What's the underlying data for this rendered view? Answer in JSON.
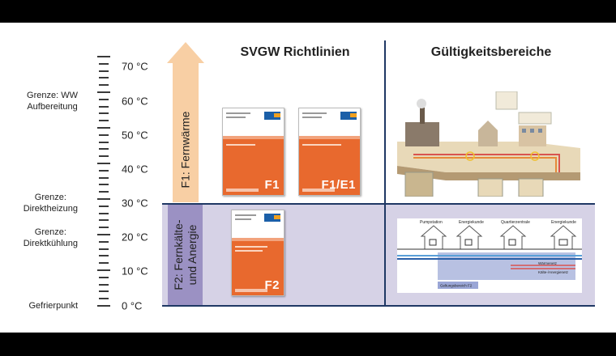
{
  "headings": {
    "svgw": "SVGW Richtlinien",
    "validity": "Gültigkeitsbereiche"
  },
  "scale": {
    "temperatures": [
      "70 °C",
      "60 °C",
      "50 °C",
      "40 °C",
      "30 °C",
      "20 °C",
      "10 °C",
      "0 °C"
    ],
    "limits": {
      "ww": [
        "Grenze: WW",
        "Aufbereitung"
      ],
      "heating": [
        "Grenze:",
        "Direktheizung"
      ],
      "cooling": [
        "Grenze:",
        "Direktkühlung"
      ],
      "freezing": "Gefrierpunkt"
    }
  },
  "ranges": {
    "f1": "F1: Fernwärme",
    "f2_line1": "F2: Fernkälte-",
    "f2_line2": "und Anergie"
  },
  "documents": {
    "doc1": "F1",
    "doc2": "F1/E1",
    "doc3": "F2"
  },
  "illustration_f2": {
    "pumpstation": "Pumpstation",
    "energiekunde1": "Energiekunde",
    "quartierzentrale": "Quartierzentrale",
    "energiekunde2": "Energiekunde",
    "waermenetz": "Wärmenetz",
    "anergienetz": "Kälte-/Anergienetz",
    "geltungsbereich": "Geltungsbereich F2"
  },
  "colors": {
    "f1_arrow": "#f8cfa4",
    "f2_band": "#d6d2e6",
    "f2_arrow": "#9b91c3",
    "document": "#e8692e",
    "divider": "#1f3864"
  }
}
